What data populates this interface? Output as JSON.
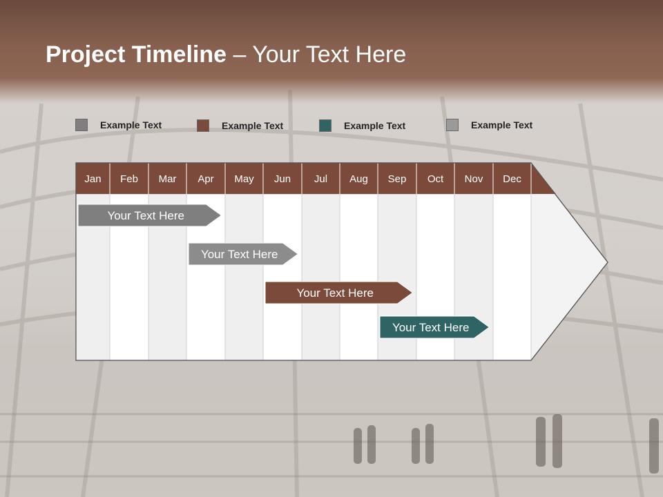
{
  "slide": {
    "title_bold": "Project Timeline",
    "title_rest": " – Your Text Here"
  },
  "legend": [
    {
      "label": "Example Text",
      "color": "#7f7f7f"
    },
    {
      "label": "Example Text",
      "color": "#7b4a3a"
    },
    {
      "label": "Example Text",
      "color": "#2f6464"
    },
    {
      "label": "Example Text",
      "color": "#9a9a9a"
    }
  ],
  "months": [
    "Jan",
    "Feb",
    "Mar",
    "Apr",
    "May",
    "Jun",
    "Jul",
    "Aug",
    "Sep",
    "Oct",
    "Nov",
    "Dec"
  ],
  "colors": {
    "header_brown": "#7b4a3a",
    "grey_bar": "#7f7f7f",
    "grey_bar_light": "#8c8c8c",
    "brown_bar": "#7b4a3a",
    "teal_bar": "#2f6464"
  },
  "tasks": [
    {
      "label": "Your  Text Here",
      "start_month": "Jan",
      "end_month": "Apr",
      "color": "#7f7f7f"
    },
    {
      "label": "Your  Text Here",
      "start_month": "Apr",
      "end_month": "Jun",
      "color": "#8c8c8c"
    },
    {
      "label": "Your  Text Here",
      "start_month": "Jun",
      "end_month": "Sep",
      "color": "#7b4a3a"
    },
    {
      "label": "Your  Text Here",
      "start_month": "Sep",
      "end_month": "Nov",
      "color": "#2f6464"
    }
  ]
}
